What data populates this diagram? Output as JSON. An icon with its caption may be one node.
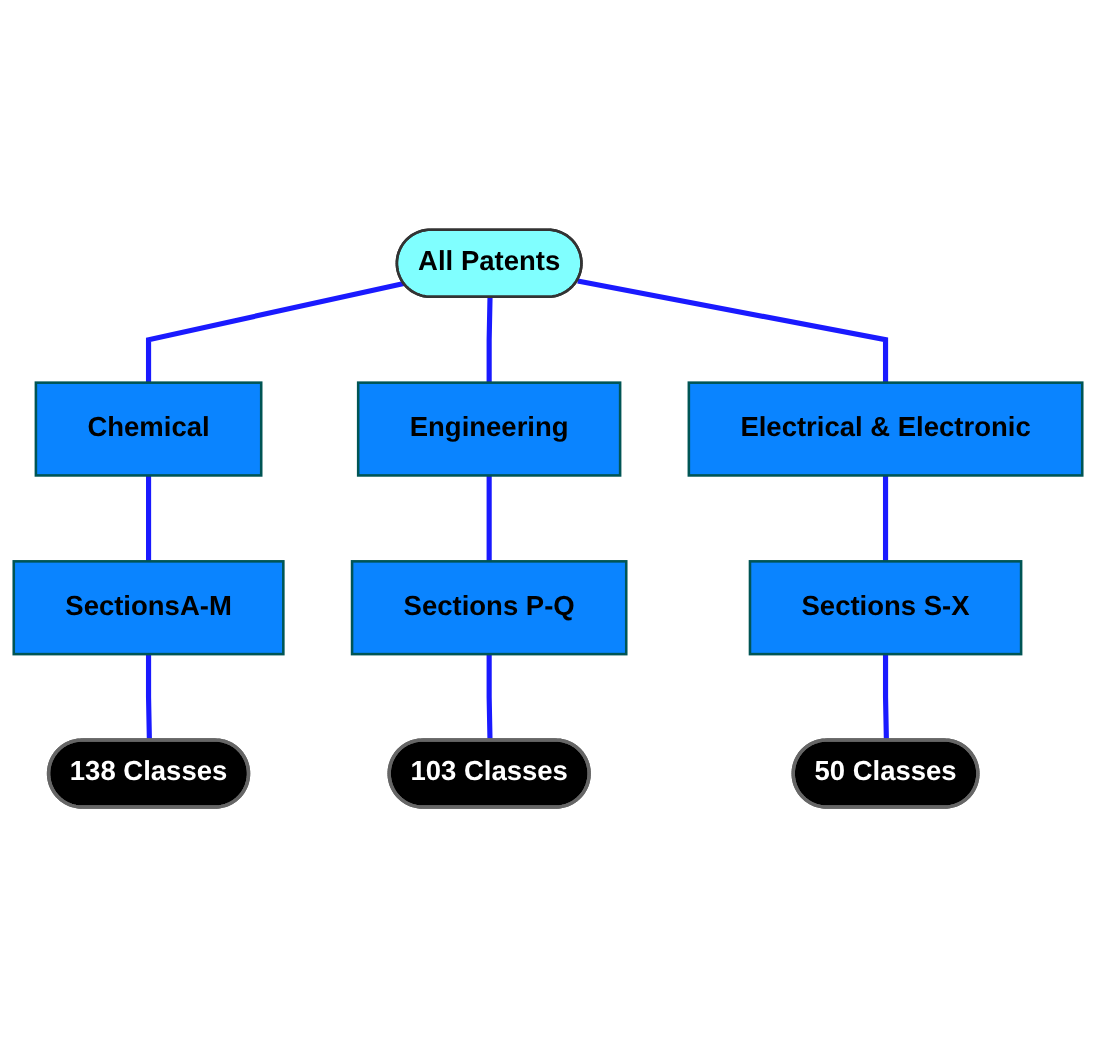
{
  "diagram": {
    "nodes": [
      {
        "text": [
          "All Patents"
        ]
      },
      {
        "text": [
          "Chemical"
        ]
      },
      {
        "text": [
          "Engineering"
        ]
      },
      {
        "text": [
          "Electrical & Electronic"
        ]
      },
      {
        "text": [
          "SectionsA-M"
        ]
      },
      {
        "text": [
          "Sections P-Q"
        ]
      },
      {
        "text": [
          "Sections S-X"
        ]
      },
      {
        "text": [
          "138 Classes"
        ]
      },
      {
        "text": [
          "103 Classes"
        ]
      },
      {
        "text": [
          "50 Classes"
        ]
      }
    ],
    "edges": [
      {
        "from": 0,
        "to": 1,
        "arrow": "none"
      },
      {
        "from": 0,
        "to": 2,
        "arrow": "none"
      },
      {
        "from": 0,
        "to": 3,
        "arrow": "none"
      },
      {
        "from": 1,
        "to": 4,
        "arrow": "none"
      },
      {
        "from": 2,
        "to": 5,
        "arrow": "none"
      },
      {
        "from": 3,
        "to": 6,
        "arrow": "none"
      },
      {
        "from": 4,
        "to": 7,
        "arrow": "none"
      },
      {
        "from": 5,
        "to": 8,
        "arrow": "none"
      },
      {
        "from": 6,
        "to": 9,
        "arrow": "none"
      }
    ]
  }
}
